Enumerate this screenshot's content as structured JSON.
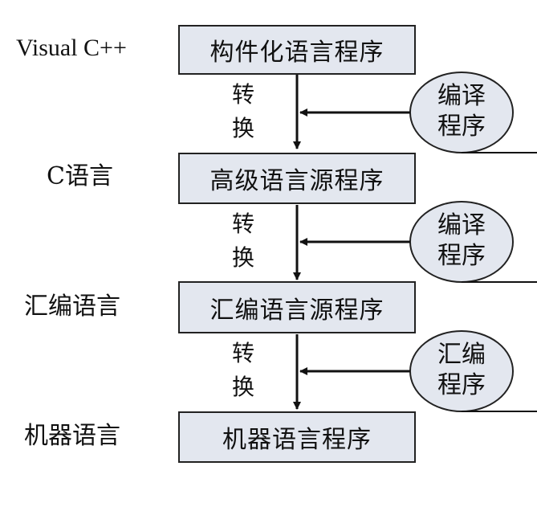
{
  "rows": [
    {
      "label": "Visual C++",
      "box": "构件化语言程序"
    },
    {
      "label": "C语言",
      "box": "高级语言源程序"
    },
    {
      "label": "汇编语言",
      "box": "汇编语言源程序"
    },
    {
      "label": "机器语言",
      "box": "机器语言程序"
    }
  ],
  "transitions": [
    {
      "char1": "转",
      "char2": "换",
      "ellipse_line1": "编译",
      "ellipse_line2": "程序"
    },
    {
      "char1": "转",
      "char2": "换",
      "ellipse_line1": "编译",
      "ellipse_line2": "程序"
    },
    {
      "char1": "转",
      "char2": "换",
      "ellipse_line1": "汇编",
      "ellipse_line2": "程序"
    }
  ]
}
